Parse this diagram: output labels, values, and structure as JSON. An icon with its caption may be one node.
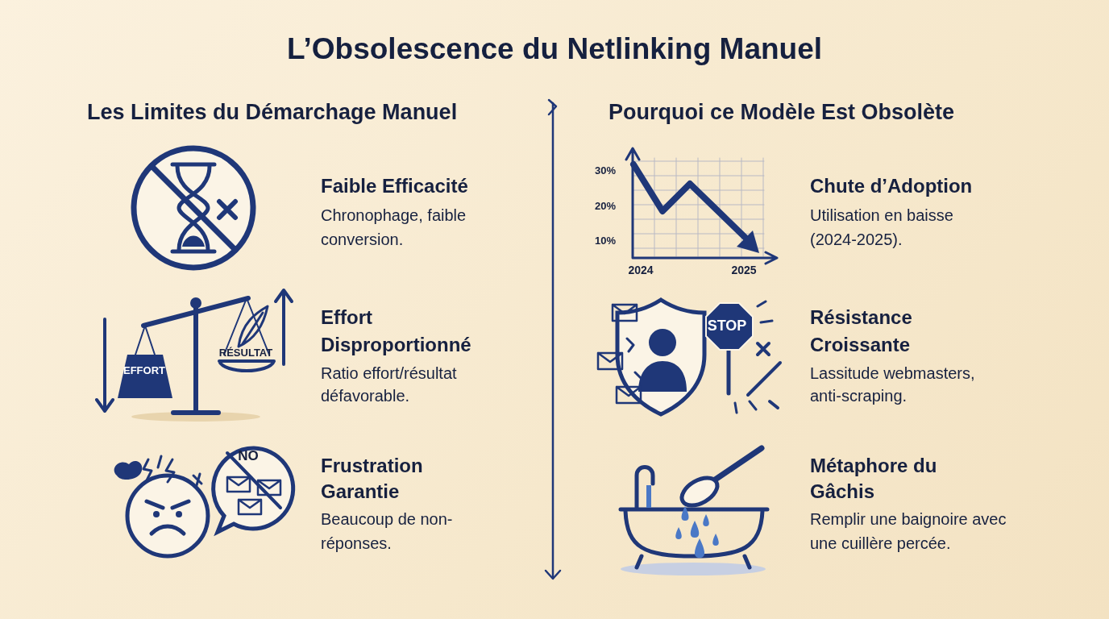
{
  "diagram": {
    "title": "L’Obsolescence du Netlinking Manuel",
    "labels": [
      "Les Limites du Démarchage Manuel",
      "Pourquoi ce Modèle Est Obsolète",
      "Faible Efficacité",
      "Chronophage, faible conversion.",
      "EFFORT",
      "RÉSULTAT",
      "Effort Disproportionné",
      "Ratio effort/résultat défavorable.",
      "NO",
      "Frustration Garantie",
      "Beaucoup de non-réponses.",
      "30%",
      "20%",
      "10%",
      "2024",
      "2025",
      "Chute d’Adoption",
      "Utilisation en baisse (2024-2025).",
      "STOP",
      "Résistance Croissante",
      "Lassitude webmasters, anti-scraping.",
      "Métaphore du Gâchis",
      "Remplir une baignoire avec une cuillère percée."
    ]
  }
}
